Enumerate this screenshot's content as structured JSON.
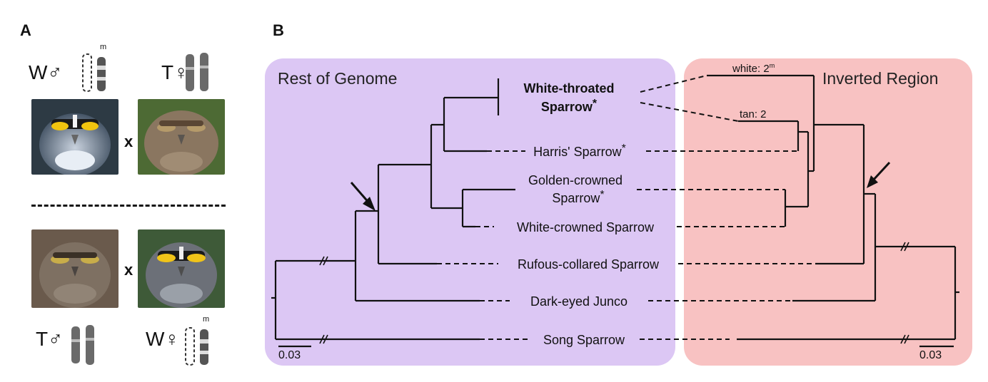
{
  "panel_a": {
    "letter": "A",
    "top_left_label": "W♂",
    "top_right_label": "T♀",
    "bottom_left_label": "T♂",
    "bottom_right_label": "W♀",
    "chromosome_mark": "m",
    "cross_symbol": "x"
  },
  "panel_b": {
    "letter": "B",
    "left_region": {
      "title": "Rest of Genome",
      "color": "#dcc7f4"
    },
    "right_region": {
      "title": "Inverted Region",
      "color": "#f8c2c2"
    },
    "taxa": [
      {
        "id": "wts",
        "line1": "White-throated",
        "line2": "Sparrow",
        "star": "*",
        "bold": true
      },
      {
        "id": "harris",
        "line1": "Harris' Sparrow",
        "star": "*"
      },
      {
        "id": "golden",
        "line1": "Golden-crowned",
        "line2": "Sparrow",
        "star": "*"
      },
      {
        "id": "whitecrowned",
        "line1": "White-crowned Sparrow"
      },
      {
        "id": "rufous",
        "line1": "Rufous-collared Sparrow"
      },
      {
        "id": "junco",
        "line1": "Dark-eyed Junco"
      },
      {
        "id": "song",
        "line1": "Song Sparrow"
      }
    ],
    "inverted_labels": {
      "white": "white: 2",
      "white_sup": "m",
      "tan": "tan: 2"
    },
    "scale_left": "0.03",
    "scale_right": "0.03"
  }
}
